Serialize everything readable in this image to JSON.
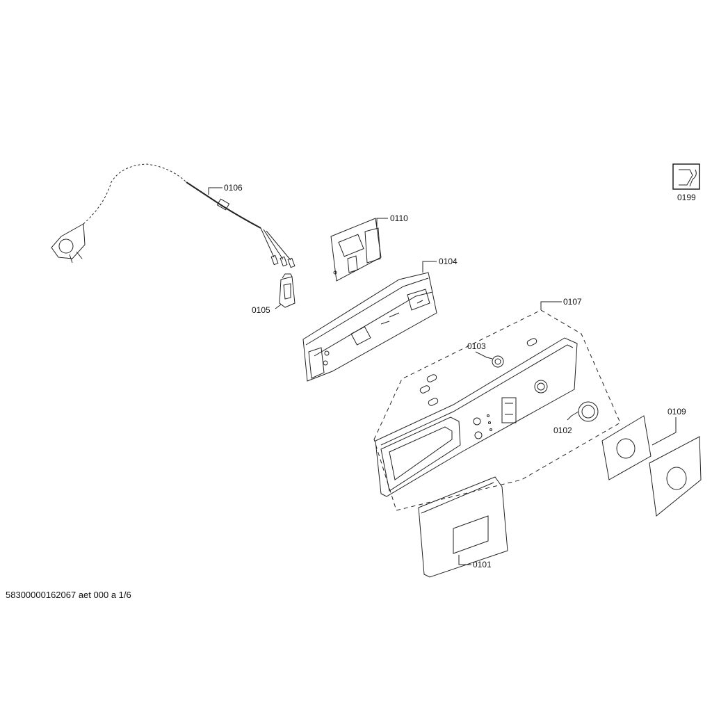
{
  "labels": {
    "p0106": "0106",
    "p0110": "0110",
    "p0104": "0104",
    "p0105": "0105",
    "p0107": "0107",
    "p0103": "0103",
    "p0102": "0102",
    "p0109": "0109",
    "p0101": "0101",
    "p0199": "0199"
  },
  "footer": {
    "doc_id": "58300000162067 aet 000 a 1/6"
  },
  "icons": {
    "service": "wrench-icon"
  }
}
